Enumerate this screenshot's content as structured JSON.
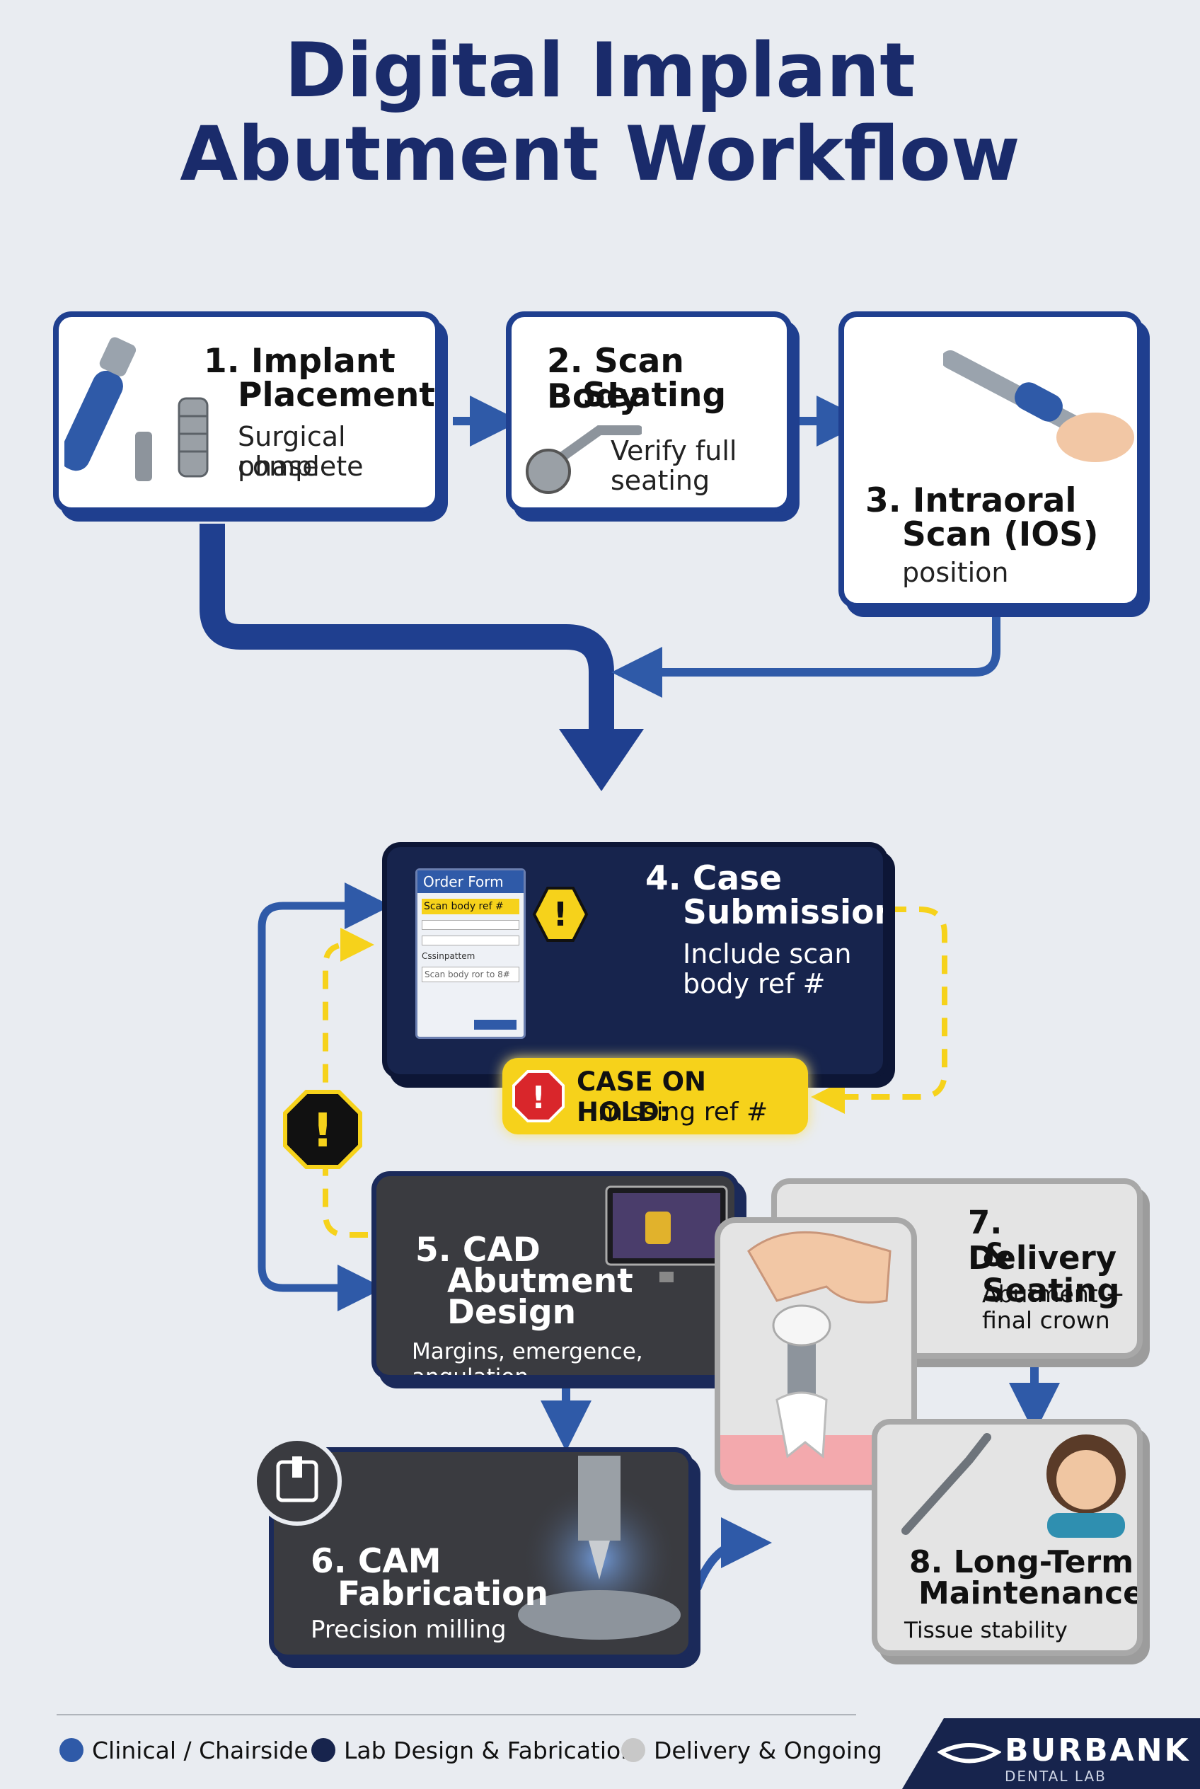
{
  "title": {
    "line1": "Digital Implant",
    "line2": "Abutment Workflow"
  },
  "steps": {
    "s1": {
      "title_l1": "1. Implant",
      "title_l2": "Placement",
      "sub_l1": "Surgical phase",
      "sub_l2": "complete"
    },
    "s2": {
      "title_l1": "2. Scan Body",
      "title_l2": "Seating",
      "sub_l1": "Verify full",
      "sub_l2": "seating"
    },
    "s3": {
      "title_l1": "3. Intraoral",
      "title_l2": "Scan (IOS)",
      "sub_l1": "position"
    },
    "s4": {
      "title_l1": "4. Case",
      "title_l2": "Submission",
      "sub_l1": "Include scan",
      "sub_l2": "body ref #"
    },
    "s5": {
      "title_l1": "5. CAD",
      "title_l2": "Abutment",
      "title_l3": "Design",
      "sub_l1": "Margins, emergence, angulation"
    },
    "s6": {
      "title_l1": "6. CAM",
      "title_l2": "Fabrication",
      "sub_l1": "Precision milling"
    },
    "s7": {
      "title_l1": "7. Delivery",
      "title_l2": "& Seating",
      "sub_l1": "Abutment +",
      "sub_l2": "final crown"
    },
    "s8": {
      "title_l1": "8. Long-Term",
      "title_l2": "Maintenance",
      "sub_l1": "Tissue stability review"
    }
  },
  "order_form": {
    "header": "Order Form",
    "field_highlight": "Scan body ref #",
    "check_label": "Cssinpattem",
    "input_placeholder": "Scan body ror to 8#"
  },
  "hold": {
    "line1": "CASE ON HOLD:",
    "line2": "missing ref #"
  },
  "legend": {
    "items": [
      {
        "label": "Clinical / Chairside",
        "color": "#2f5aa8"
      },
      {
        "label": "Lab Design & Fabrication",
        "color": "#17244d"
      },
      {
        "label": "Delivery & Ongoing",
        "color": "#c8c8c8"
      }
    ]
  },
  "brand": {
    "name": "BURBANK",
    "sub": "DENTAL LAB"
  },
  "colors": {
    "clinical": "#1f3f8f",
    "lab": "#17244d",
    "hold": "#f6d21b",
    "delivery": "#a8a8a8"
  }
}
